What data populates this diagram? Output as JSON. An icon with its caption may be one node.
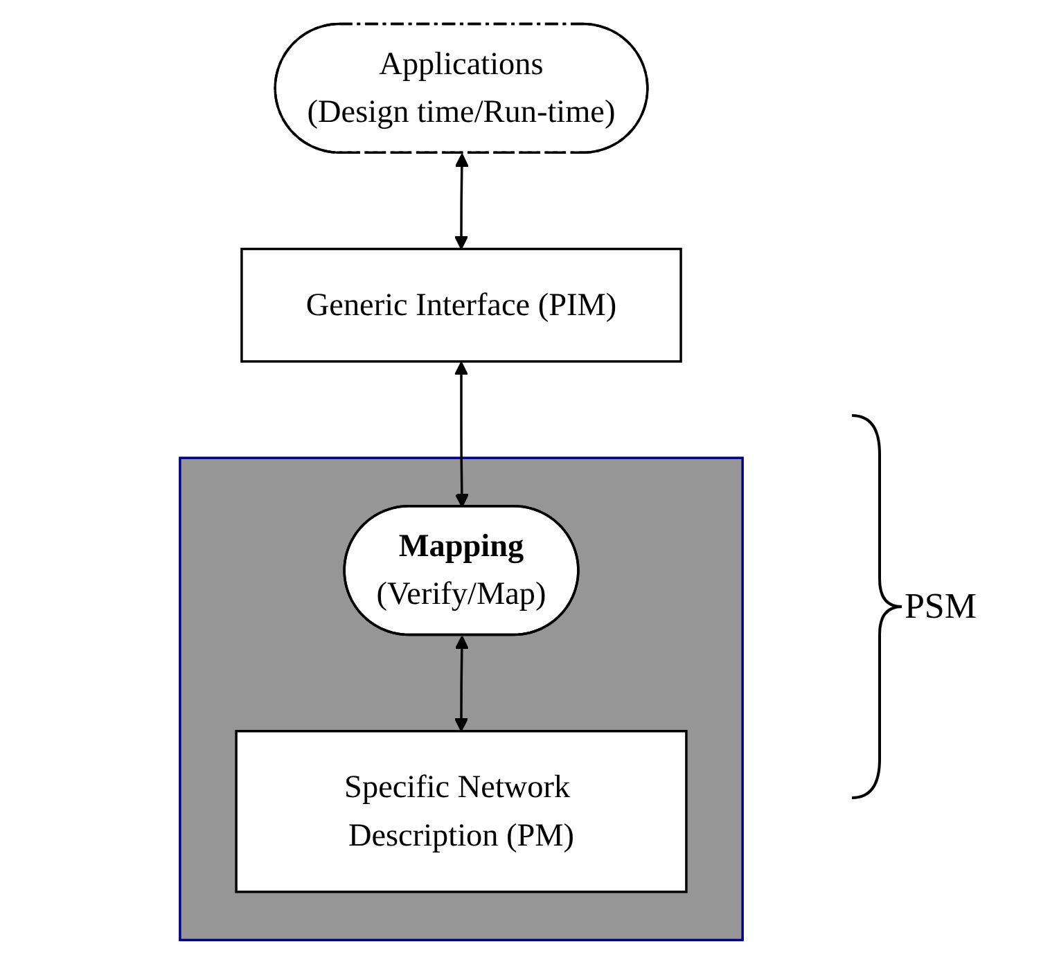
{
  "diagram": {
    "nodes": [
      {
        "text": [
          "Applications",
          "(Design time/Run-time)"
        ]
      },
      {
        "text": [
          "Generic Interface (PIM)"
        ]
      },
      {
        "text": [],
        "shape": "box"
      },
      {
        "text": [
          "Mapping",
          "(Verify/Map)"
        ],
        "in": 2
      },
      {
        "text": [
          "Specific Network Description (PM)"
        ],
        "in": 2
      }
    ],
    "edges": [
      {
        "from": 0,
        "to": 1,
        "arrow": "both"
      },
      {
        "from": 1,
        "to": 3,
        "arrow": "both"
      },
      {
        "from": 3,
        "to": 4,
        "arrow": "both"
      }
    ],
    "labels": [
      "PSM"
    ]
  }
}
